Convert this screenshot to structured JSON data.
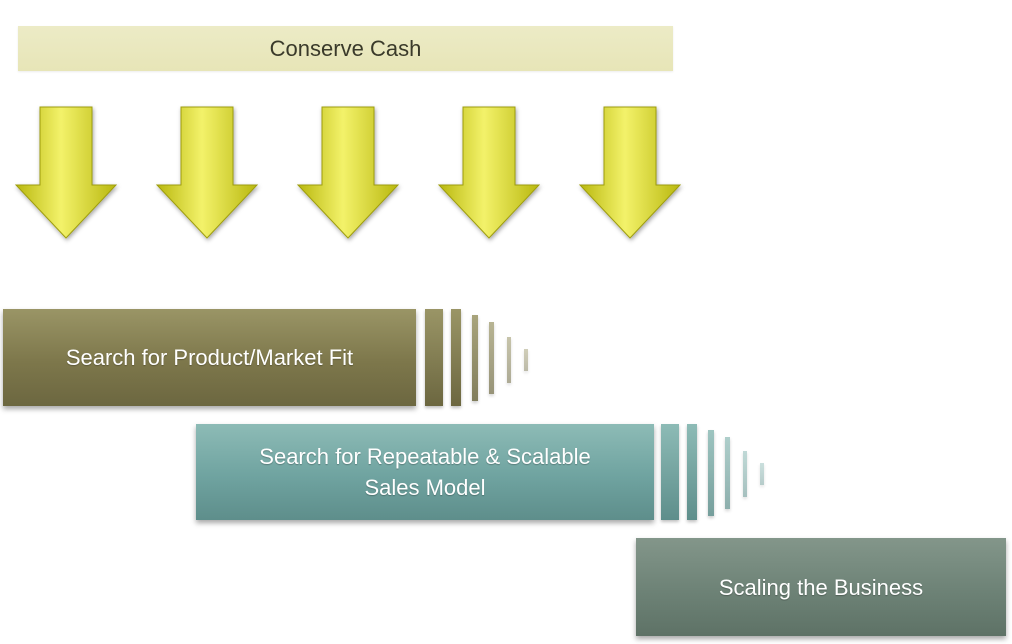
{
  "banner": {
    "label": "Conserve Cash"
  },
  "arrows": {
    "count": 5,
    "color_light": "#f3f26a",
    "color_dark": "#b9b80f",
    "icon": "down-arrow-icon"
  },
  "phases": [
    {
      "label": "Search for Product/Market Fit",
      "color": "#7d774b"
    },
    {
      "label": "Search for Repeatable & Scalable\nSales Model",
      "color": "#6fa3a0"
    },
    {
      "label": "Scaling the Business",
      "color": "#6d8276"
    }
  ]
}
